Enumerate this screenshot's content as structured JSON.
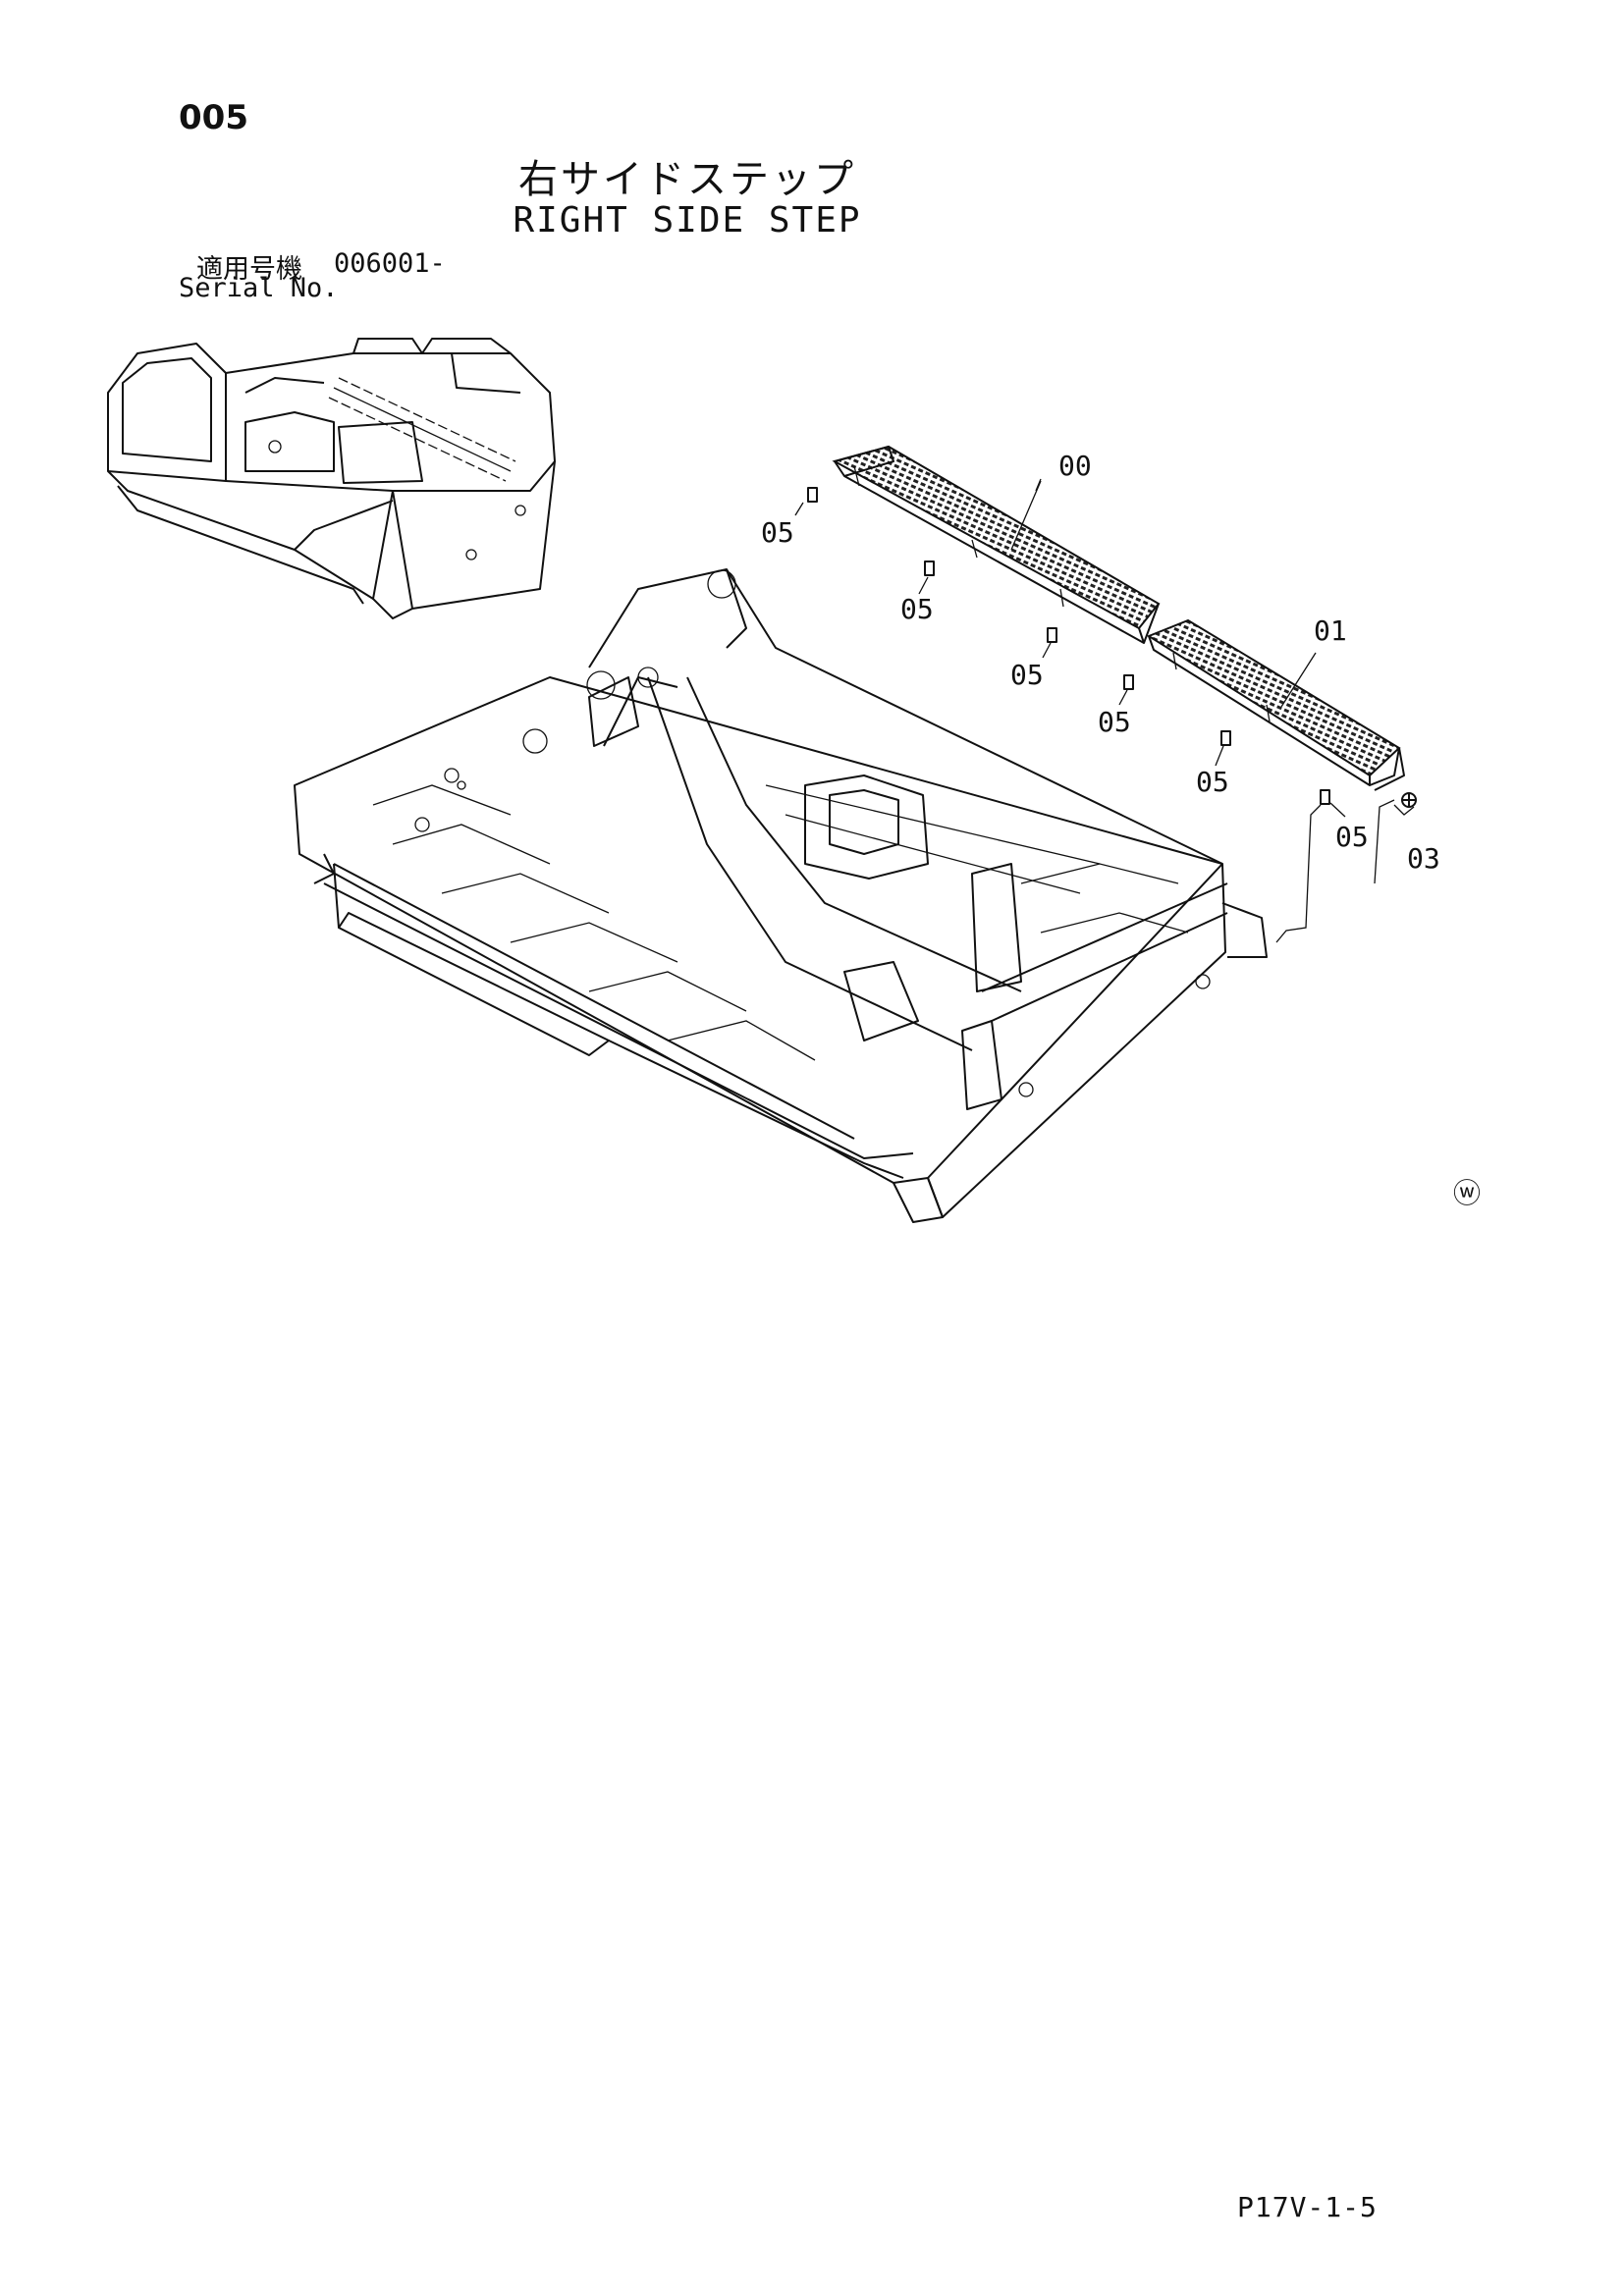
{
  "page": {
    "number": "005",
    "title_ja": "右サイドステップ",
    "title_en": "RIGHT SIDE STEP",
    "serial_label_ja": "適用号機",
    "serial_value": "006001-",
    "serial_label_en": "Serial No.",
    "footer_code": "P17V-1-5"
  },
  "diagram": {
    "callouts": [
      "00",
      "01",
      "03",
      "05",
      "05",
      "05",
      "05",
      "05",
      "05"
    ],
    "symbol": "ⓦ"
  }
}
